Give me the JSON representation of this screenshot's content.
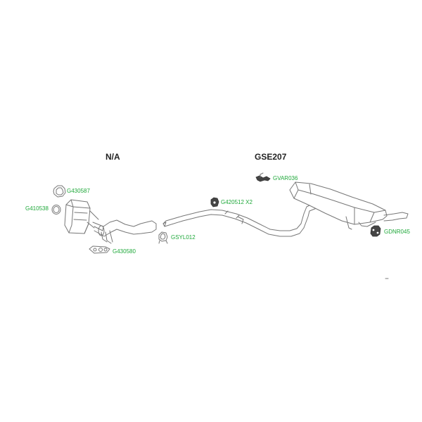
{
  "sections": {
    "left": {
      "title": "N/A"
    },
    "right": {
      "title": "GSE207"
    }
  },
  "parts": [
    {
      "code": "G430587"
    },
    {
      "code": "G410538"
    },
    {
      "code": "G430580"
    },
    {
      "code": "GSYL012"
    },
    {
      "code": "G420512 X2"
    },
    {
      "code": "GVAR036"
    },
    {
      "code": "GDNR045"
    }
  ],
  "colors": {
    "label_text": "#1fa83a",
    "line_art": "#777777",
    "title_text": "#222222"
  }
}
